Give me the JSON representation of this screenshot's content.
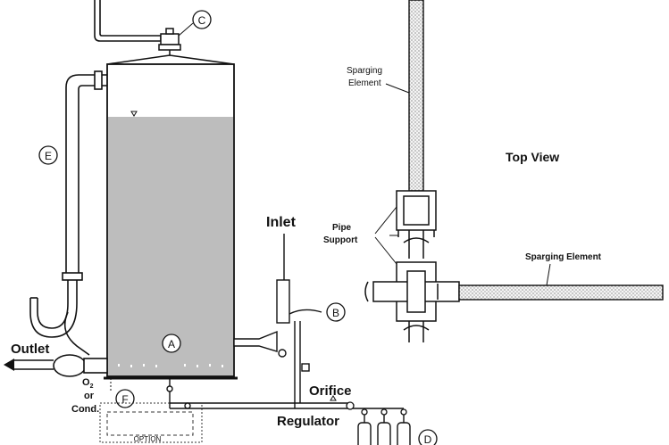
{
  "labels": {
    "inlet": "Inlet",
    "outlet": "Outlet",
    "orifice": "Orifice",
    "regulator": "Regulator",
    "o2": "O",
    "o2_sub": "2",
    "or": "or",
    "cond": "Cond.",
    "option": "OPTION",
    "top_view": "Top View",
    "sparging_element_1": "Sparging",
    "sparging_element_2": "Element",
    "sparging_element_h": "Sparging Element",
    "pipe_support_1": "Pipe",
    "pipe_support_2": "Support"
  },
  "callouts": {
    "a": "A",
    "b": "B",
    "c": "C",
    "d": "D",
    "e": "E",
    "f": "F"
  }
}
